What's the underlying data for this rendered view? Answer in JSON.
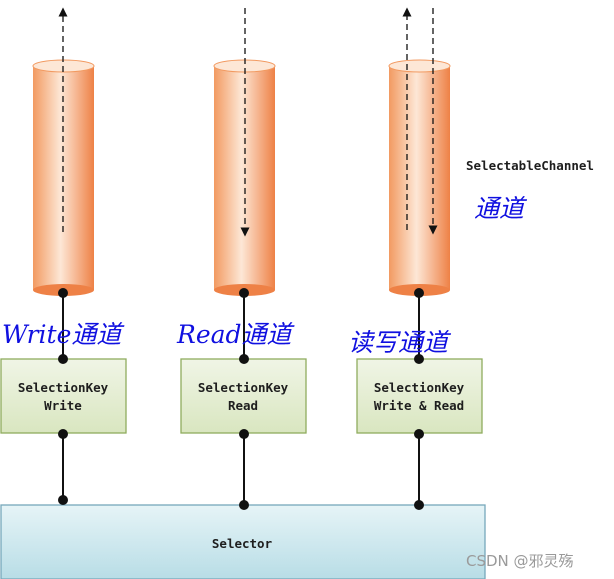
{
  "channels": [
    {
      "label": "Write通道",
      "key_line1": "SelectionKey",
      "key_line2": "Write"
    },
    {
      "label": "Read通道",
      "key_line1": "SelectionKey",
      "key_line2": "Read"
    },
    {
      "label": "读写通道",
      "key_line1": "SelectionKey",
      "key_line2": "Write & Read"
    }
  ],
  "channel_type": "SelectableChannel",
  "channel_type_cn": "通道",
  "selector_label": "Selector",
  "watermark": "CSDN @邪灵殇",
  "colors": {
    "cylinder_light": "#fde7d6",
    "cylinder_mid": "#f7a572",
    "cylinder_dark": "#ee8146",
    "key_fill": "#e5eed2",
    "key_border": "#8fac5e",
    "selector_fill": "#d4ebf1",
    "selector_border": "#76a8bb",
    "label_blue": "#1010e0"
  },
  "icons": {
    "arrow": "arrow-head",
    "dot": "connection-dot"
  }
}
